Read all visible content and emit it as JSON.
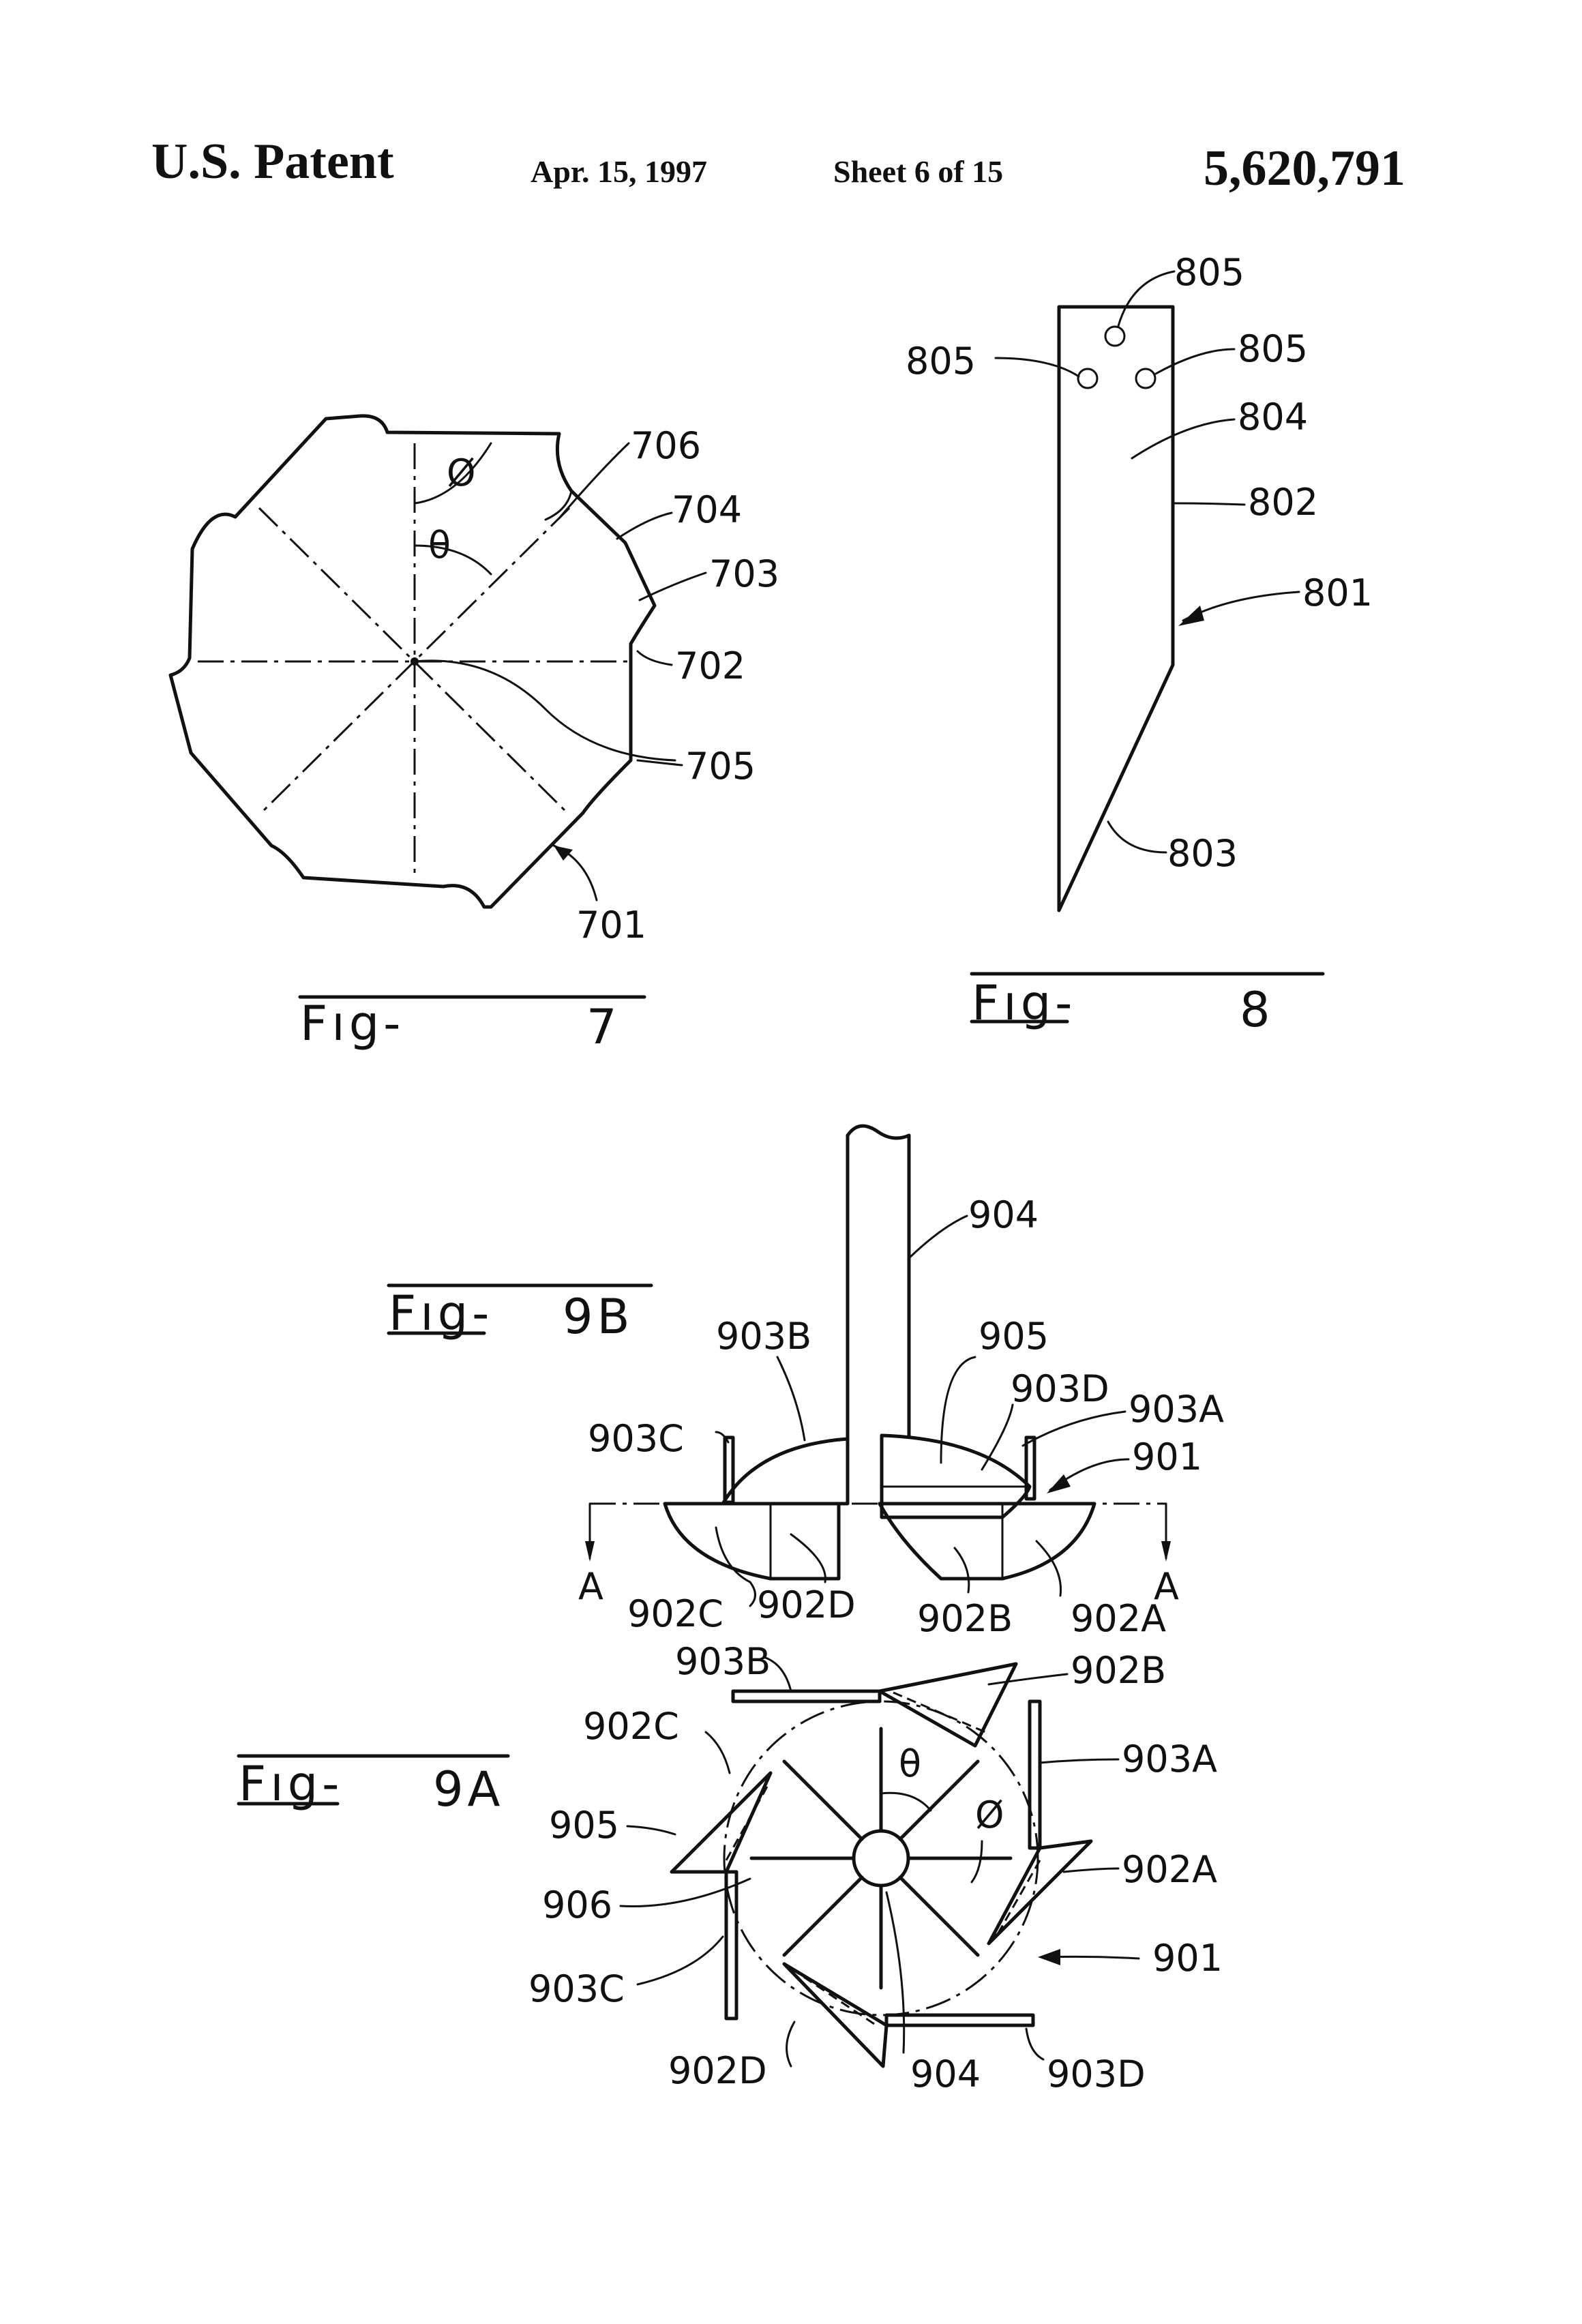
{
  "header": {
    "title": "U.S. Patent",
    "date": "Apr. 15, 1997",
    "sheet": "Sheet 6 of 15",
    "number": "5,620,791"
  },
  "fig7": {
    "caption": "Fıg-",
    "number": "7",
    "labels": {
      "l706": "706",
      "l704": "704",
      "l703": "703",
      "l702": "702",
      "l705": "705",
      "l701": "701",
      "phi": "Ø",
      "theta": "θ"
    }
  },
  "fig8": {
    "caption": "Fıg-",
    "number": "8",
    "labels": {
      "l805a": "805",
      "l805b": "805",
      "l805c": "805",
      "l804": "804",
      "l802": "802",
      "l801": "801",
      "l803": "803"
    }
  },
  "fig9b": {
    "caption": "Fıg-",
    "number": "9B",
    "labels": {
      "l904": "904",
      "l903B": "903B",
      "l905": "905",
      "l903D": "903D",
      "l903A": "903A",
      "l903C": "903C",
      "l901": "901",
      "l902C": "902C",
      "l902D": "902D",
      "l902B": "902B",
      "l902A": "902A",
      "secA1": "A",
      "secA2": "A"
    }
  },
  "fig9a": {
    "caption": "Fıg-",
    "number": "9A",
    "labels": {
      "l903B": "903B",
      "l902B": "902B",
      "l902C": "902C",
      "l903A": "903A",
      "l905": "905",
      "l902A": "902A",
      "l906": "906",
      "l901": "901",
      "l903C": "903C",
      "l902D": "902D",
      "l904": "904",
      "l903D": "903D",
      "phi": "Ø",
      "theta": "θ"
    }
  }
}
